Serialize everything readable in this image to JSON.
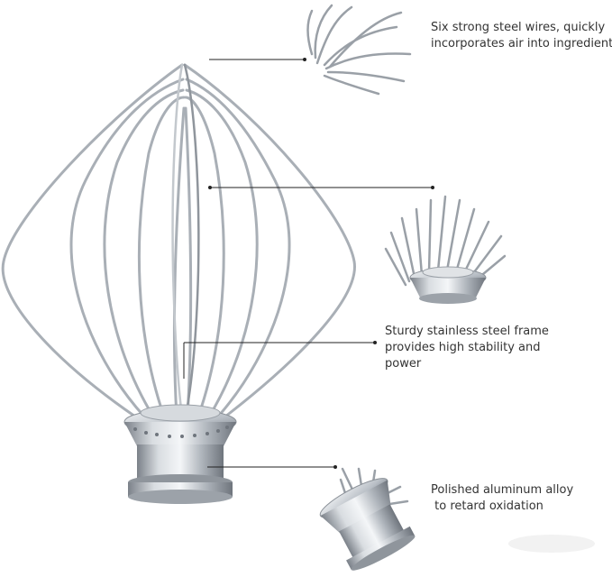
{
  "callouts": [
    {
      "lines": [
        "Six strong steel wires, quickly",
        "incorporates air into ingredients"
      ]
    },
    {
      "lines": [
        "Sturdy stainless steel frame",
        "provides high stability and",
        "power"
      ]
    },
    {
      "lines": [
        "Polished aluminum alloy",
        " to retard oxidation"
      ]
    }
  ],
  "colors": {
    "background": "#ffffff",
    "wire": "#a9afb6",
    "metal_light": "#e4e7ea",
    "metal_dark": "#7b8189",
    "leader": "#222222",
    "text": "#333333"
  }
}
